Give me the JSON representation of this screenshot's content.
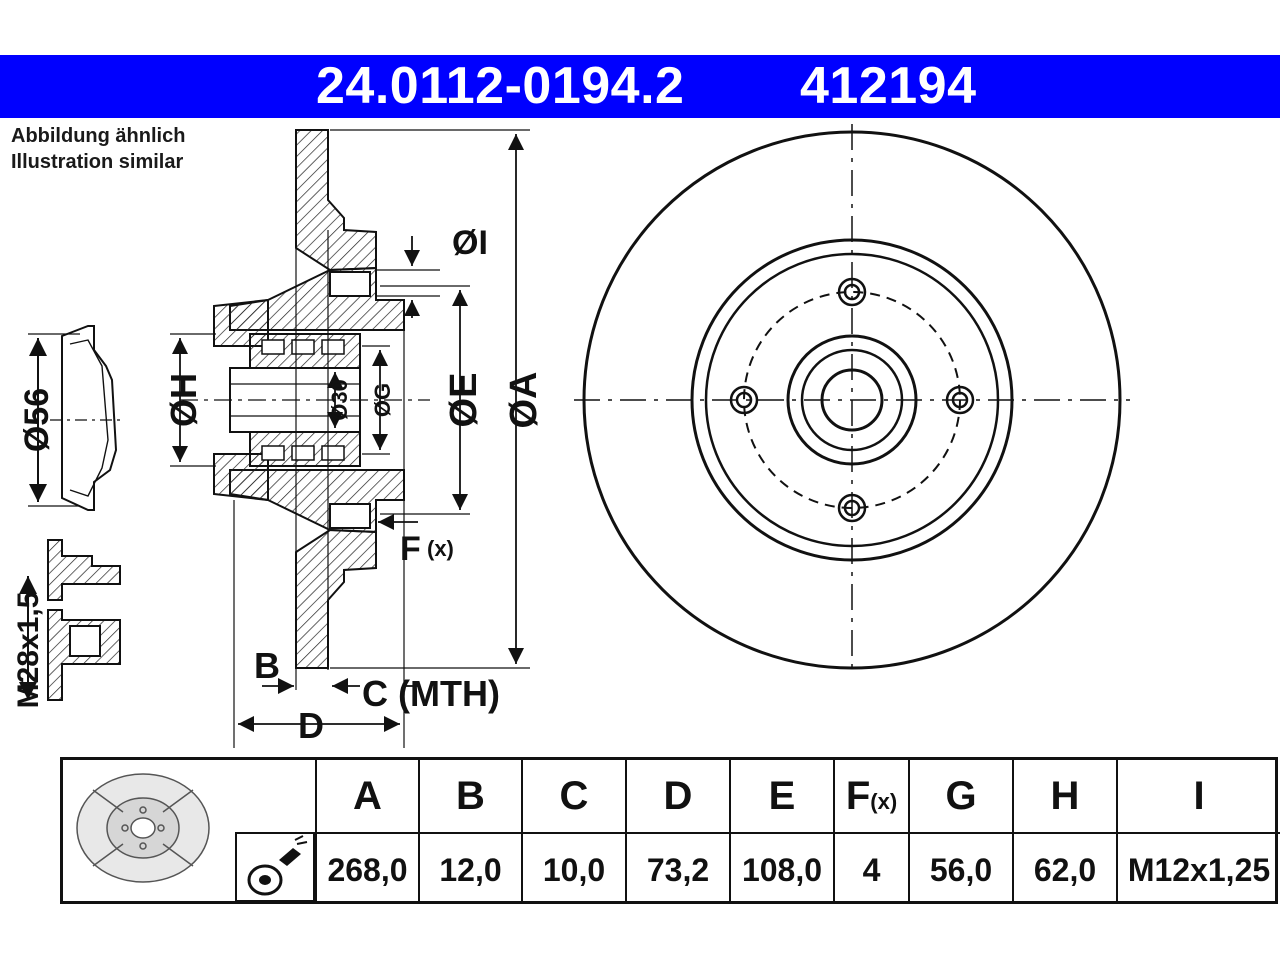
{
  "header": {
    "part_number": "24.0112-0194.2",
    "article_number": "412194",
    "banner_color": "#0000ff"
  },
  "note": {
    "line1": "Abbildung ähnlich",
    "line2": "Illustration similar"
  },
  "drawing_labels": {
    "dia_i": "ØI",
    "dia_h": "ØH",
    "dia_30": "Ø30",
    "dia_g": "ØG",
    "dia_e": "ØE",
    "dia_a": "ØA",
    "dia_56": "Ø56",
    "thread": "M28x1,5",
    "f_label": "F",
    "f_sub": "(x)",
    "b_label": "B",
    "c_label": "C (MTH)",
    "d_label": "D"
  },
  "table": {
    "columns": [
      {
        "key": "A",
        "value": "268,0"
      },
      {
        "key": "B",
        "value": "12,0"
      },
      {
        "key": "C",
        "value": "10,0"
      },
      {
        "key": "D",
        "value": "73,2"
      },
      {
        "key": "E",
        "value": "108,0"
      },
      {
        "key": "F",
        "sub": "(x)",
        "value": "4"
      },
      {
        "key": "G",
        "value": "56,0"
      },
      {
        "key": "H",
        "value": "62,0"
      },
      {
        "key": "I",
        "value": "M12x1,25"
      }
    ]
  }
}
